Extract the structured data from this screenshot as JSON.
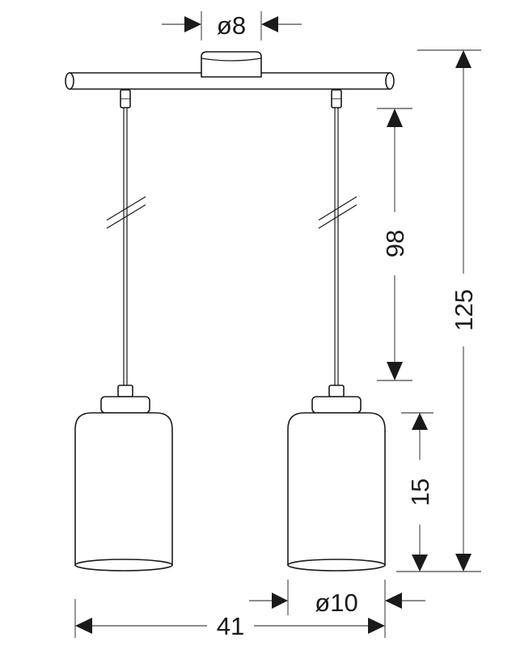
{
  "dimensions": {
    "canopy_diameter": "ø8",
    "total_height": "125",
    "cable_length": "98",
    "shade_height": "15",
    "shade_diameter": "ø10",
    "total_width": "41"
  },
  "colors": {
    "line": "#1a1a1a",
    "background": "#ffffff"
  }
}
